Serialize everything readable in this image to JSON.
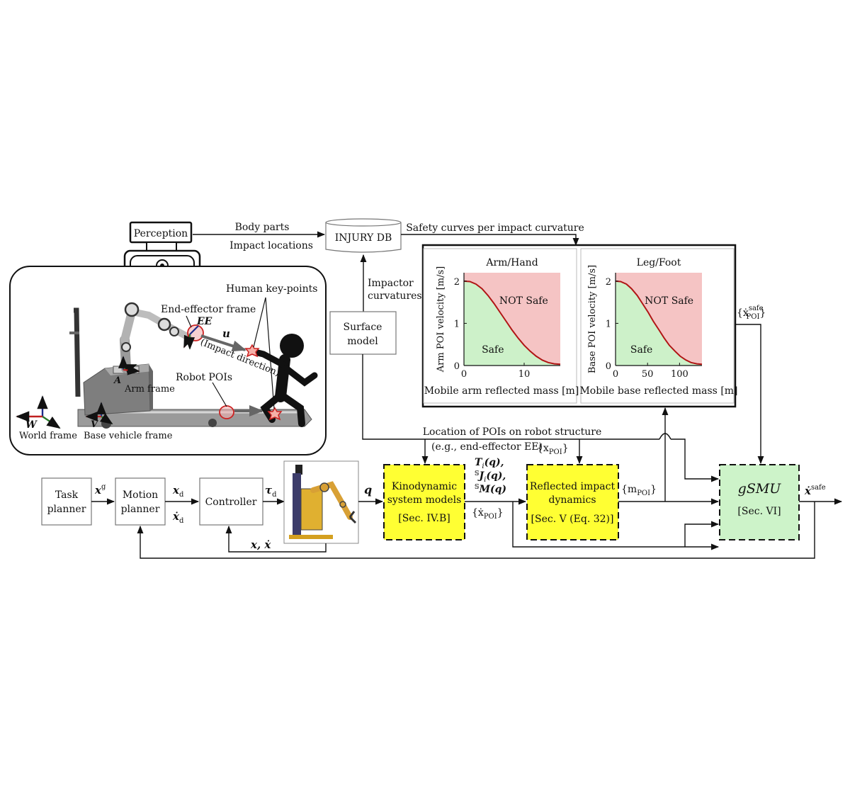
{
  "colors": {
    "safe_fill": "#cdf1c9",
    "unsafe_fill": "#f5c4c4",
    "curve": "#b01515",
    "highlight_yellow": "#ffff33",
    "gsmu_green": "#cdf3c9",
    "robot_body": "#8f8f8f"
  },
  "perception": {
    "label": "Perception"
  },
  "arrow_labels": {
    "body_parts": "Body parts",
    "impact_locations": "Impact locations",
    "safety_curves": "Safety curves per impact curvature",
    "impactor_curvatures_1": "Impactor",
    "impactor_curvatures_2": "curvatures",
    "location_pois": "Location of POIs on robot structure",
    "location_pois_eg": "(e.g., end-effector EE)",
    "x_poi_set": "{x",
    "x_poi_sub": "POI",
    "x_poi_close": "}",
    "xdot_poi_set": "{ẋ",
    "m_poi_set": "{m",
    "x_goal": "x",
    "x_goal_sup": "g",
    "x_d": "x",
    "x_d_sub": "d",
    "xdot_d": "ẋ",
    "tau_d": "τ",
    "q": "q",
    "x_xdot": "x, ẋ",
    "t_i": "T",
    "t_i_rest": "(q),",
    "j_i": "J",
    "j_i_rest": "(q),",
    "m_q": "M(q)",
    "script_s": "𝕊",
    "sub_i": "i",
    "xdot_safe_poi": "{ẋ",
    "safe_sup": "safe",
    "xdot_safe": "ẋ"
  },
  "blocks": {
    "injury_db": "INJURY DB",
    "surface_model": [
      "Surface",
      "model"
    ],
    "task_planner": [
      "Task",
      "planner"
    ],
    "motion_planner": [
      "Motion",
      "planner"
    ],
    "controller": "Controller",
    "kinodynamic": [
      "Kinodynamic",
      "system models",
      "[Sec. IV.B]"
    ],
    "reflected": [
      "Reflected impact",
      "dynamics",
      "[Sec. V (Eq. 32)]"
    ],
    "gsmu": [
      "gSMU",
      "[Sec. VI]"
    ]
  },
  "scene_labels": {
    "end_effector_frame": "End-effector frame",
    "ee": "EE",
    "u": "u",
    "impact_direction": "(Impact direction)",
    "human_key_points": "Human key-points",
    "robot_pois": "Robot POIs",
    "arm_frame": "Arm frame",
    "a": "A",
    "world_frame": "World frame",
    "w": "W",
    "base_vehicle_frame": "Base vehicle frame",
    "v": "V"
  },
  "chart_data": [
    {
      "type": "area",
      "title": "Arm/Hand",
      "xlabel": "Mobile arm reflected mass [m]",
      "ylabel": "Arm POI velocity [m/s]",
      "xlim": [
        0,
        16
      ],
      "ylim": [
        0,
        2.2
      ],
      "xticks": [
        "0",
        "10"
      ],
      "xtick_values": [
        0,
        10
      ],
      "yticks": [
        "0",
        "1",
        "2"
      ],
      "ytick_values": [
        0,
        1,
        2
      ],
      "regions": {
        "above": "NOT Safe",
        "below": "Safe"
      },
      "series": [
        {
          "x": [
            0,
            1,
            2,
            3,
            4,
            5,
            6,
            7,
            8,
            9,
            10,
            11,
            12,
            13,
            14,
            15,
            16
          ],
          "y": [
            2.0,
            1.99,
            1.93,
            1.82,
            1.66,
            1.47,
            1.26,
            1.05,
            0.84,
            0.65,
            0.48,
            0.34,
            0.22,
            0.13,
            0.07,
            0.04,
            0.03
          ]
        }
      ]
    },
    {
      "type": "area",
      "title": "Leg/Foot",
      "xlabel": "Mobile base reflected mass [m]",
      "ylabel": "Base POI velocity [m/s]",
      "xlim": [
        0,
        135
      ],
      "ylim": [
        0,
        2.2
      ],
      "xticks": [
        "0",
        "50",
        "100"
      ],
      "xtick_values": [
        0,
        50,
        100
      ],
      "yticks": [
        "0",
        "1",
        "2"
      ],
      "ytick_values": [
        0,
        1,
        2
      ],
      "regions": {
        "above": "NOT Safe",
        "below": "Safe"
      },
      "series": [
        {
          "x": [
            0,
            8,
            17,
            25,
            34,
            42,
            51,
            59,
            68,
            76,
            84,
            93,
            101,
            110,
            118,
            127,
            135
          ],
          "y": [
            2.0,
            1.99,
            1.93,
            1.82,
            1.66,
            1.47,
            1.26,
            1.05,
            0.84,
            0.65,
            0.48,
            0.34,
            0.22,
            0.13,
            0.07,
            0.04,
            0.03
          ]
        }
      ]
    }
  ]
}
